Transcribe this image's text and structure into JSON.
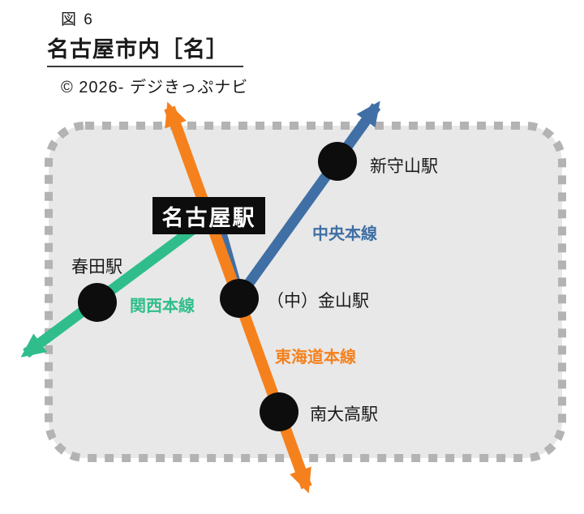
{
  "figure": {
    "label": "図 6",
    "title": "名古屋市内［名］",
    "copyright": "© 2026- デジきっぷナビ"
  },
  "map": {
    "area_fill": "#e8e8e8",
    "area_border": "#b3b3b3",
    "station_dot_color": "#0d0d0d",
    "nagoya_station": {
      "name": "名古屋駅",
      "box_color": "#0d0d0d",
      "text_color": "#ffffff"
    },
    "stations": {
      "shinmoriyama": {
        "name": "新守山駅"
      },
      "haruta": {
        "name": "春田駅"
      },
      "kanayama": {
        "name": "（中）金山駅"
      },
      "minamiodaka": {
        "name": "南大高駅"
      }
    },
    "lines": {
      "chuo": {
        "name": "中央本線",
        "color": "#3f6fa4"
      },
      "kansai": {
        "name": "関西本線",
        "color": "#2fbe8b"
      },
      "tokaido": {
        "name": "東海道本線",
        "color": "#f5811d"
      }
    }
  }
}
